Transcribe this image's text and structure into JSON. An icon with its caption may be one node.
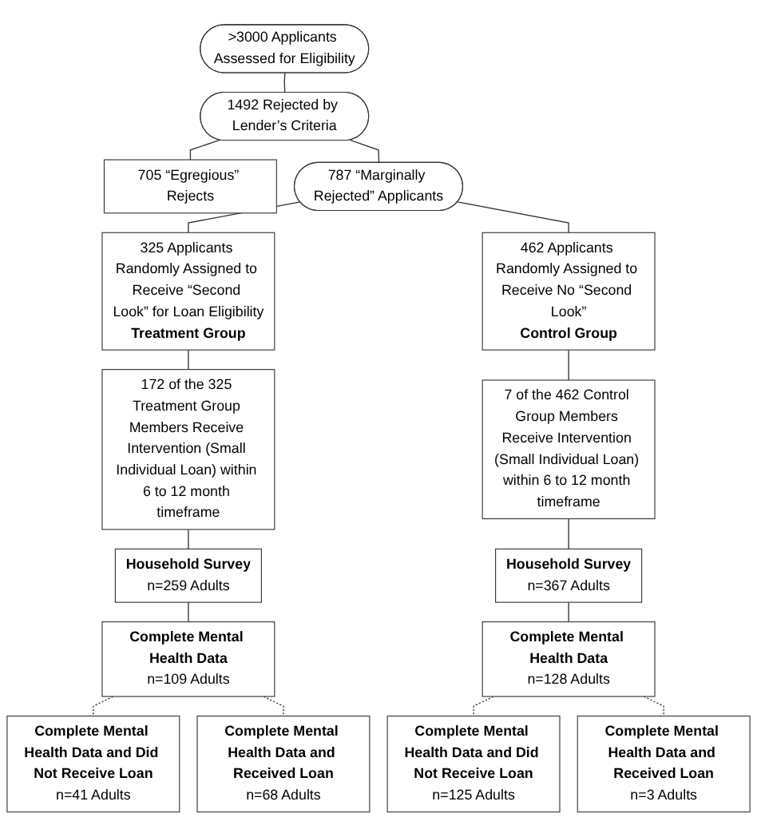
{
  "diagram": {
    "nodes": [
      {
        "text": [
          ">3000 Applicants Assessed for Eligibility"
        ]
      },
      {
        "text": [
          "1492 Rejected by Lender’s Criteria"
        ]
      },
      {
        "text": [
          "705 “Egregious” Rejects"
        ]
      },
      {
        "text": [
          "787 “Marginally Rejected” Applicants"
        ]
      },
      {
        "text": [
          "325 Applicants Randomly Assigned to Receive “Second Look” for Loan Eligibility",
          "Treatment Group"
        ]
      },
      {
        "text": [
          "462 Applicants Randomly Assigned to Receive No “Second Look”",
          "Control Group"
        ]
      },
      {
        "text": [
          "172 of the 325 Treatment Group Members Receive Intervention (Small Individual Loan) within 6 to 12 month timeframe"
        ]
      },
      {
        "text": [
          "7 of the 462 Control Group Members Receive Intervention (Small Individual Loan) within 6 to 12 month timeframe"
        ]
      },
      {
        "text": [
          "Household Survey",
          "n=259 Adults"
        ]
      },
      {
        "text": [
          "Household Survey",
          "n=367 Adults"
        ]
      },
      {
        "text": [
          "Complete Mental Health Data",
          "n=109 Adults"
        ]
      },
      {
        "text": [
          "Complete Mental Health Data",
          "n=128 Adults"
        ]
      },
      {
        "text": [
          "Complete Mental Health Data and Did Not Receive Loan",
          "n=41 Adults"
        ]
      },
      {
        "text": [
          "Complete Mental Health Data and Did Not Receive Loan",
          "n=125 Adults"
        ]
      },
      {
        "text": [
          "Complete Mental Health Data and Received Loan",
          "n=68 Adults"
        ]
      },
      {
        "text": [
          "Complete Mental Health Data and Received Loan",
          "n=3 Adults"
        ]
      }
    ],
    "edges": [
      {
        "from": 0,
        "to": 1,
        "arrow": "none"
      },
      {
        "from": 1,
        "to": 2,
        "arrow": "none"
      },
      {
        "from": 1,
        "to": 3,
        "arrow": "none"
      },
      {
        "from": 3,
        "to": 4,
        "arrow": "none"
      },
      {
        "from": 3,
        "to": 5,
        "arrow": "none"
      },
      {
        "from": 4,
        "to": 6,
        "arrow": "none"
      },
      {
        "from": 5,
        "to": 7,
        "arrow": "none"
      },
      {
        "from": 6,
        "to": 8,
        "arrow": "none"
      },
      {
        "from": 7,
        "to": 9,
        "arrow": "none"
      },
      {
        "from": 8,
        "to": 10,
        "arrow": "none"
      },
      {
        "from": 9,
        "to": 11,
        "arrow": "none"
      },
      {
        "from": 10,
        "to": 12,
        "arrow": "none",
        "style": "dashed"
      },
      {
        "from": 10,
        "to": 14,
        "arrow": "none",
        "style": "dashed"
      },
      {
        "from": 11,
        "to": 13,
        "arrow": "none",
        "style": "dashed"
      },
      {
        "from": 11,
        "to": 15,
        "arrow": "none",
        "style": "dashed"
      }
    ]
  }
}
